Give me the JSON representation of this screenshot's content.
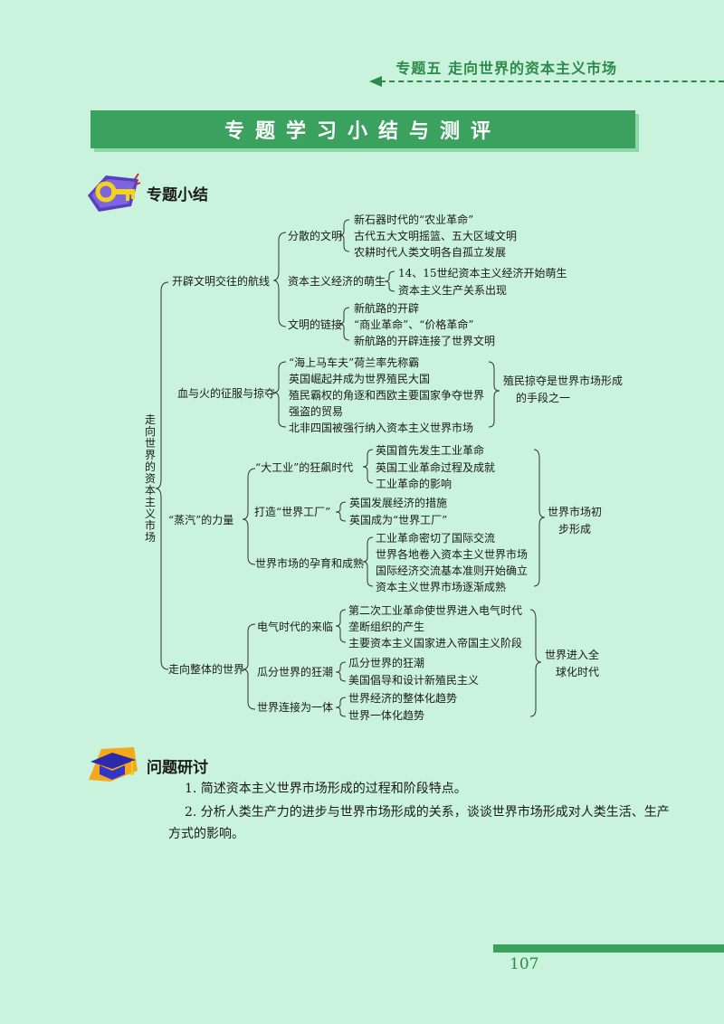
{
  "header": {
    "chapter_title": "专题五  走向世界的资本主义市场",
    "banner": "专题学习小结与测评"
  },
  "summary": {
    "heading": "专题小结",
    "icon": "key-icon",
    "root": "走向世界的资本主义市场",
    "branches": [
      {
        "label": "开辟文明交往的航线",
        "groups": [
          {
            "label": "分散的文明",
            "items": [
              "新石器时代的“农业革命”",
              "古代五大文明摇篮、五大区域文明",
              "农耕时代人类文明各自孤立发展"
            ]
          },
          {
            "label": "资本主义经济的萌生",
            "items": [
              "14、15世纪资本主义经济开始萌生",
              "资本主义生产关系出现"
            ]
          },
          {
            "label": "文明的链接",
            "items": [
              "新航路的开辟",
              "“商业革命”、“价格革命”",
              "新航路的开辟连接了世界文明"
            ]
          }
        ]
      },
      {
        "label": "血与火的征服与掠夺",
        "items": [
          "“海上马车夫”荷兰率先称霸",
          "英国崛起并成为世界殖民大国",
          "殖民霸权的角逐和西欧主要国家争夺世界",
          "强盗的贸易",
          "北非四国被强行纳入资本主义世界市场"
        ],
        "result": [
          "殖民掠夺是世界市场形成",
          "的手段之一"
        ]
      },
      {
        "label": "“蒸汽”的力量",
        "groups": [
          {
            "label": "“大工业”的狂飙时代",
            "items": [
              "英国首先发生工业革命",
              "英国工业革命过程及成就",
              "工业革命的影响"
            ]
          },
          {
            "label": "打造“世界工厂”",
            "items": [
              "英国发展经济的措施",
              "英国成为“世界工厂”"
            ]
          },
          {
            "label": "世界市场的孕育和成熟",
            "items": [
              "工业革命密切了国际交流",
              "世界各地卷入资本主义世界市场",
              "国际经济交流基本准则开始确立",
              "资本主义世界市场逐渐成熟"
            ]
          }
        ],
        "result": [
          "世界市场初",
          "步形成"
        ]
      },
      {
        "label": "走向整体的世界",
        "groups": [
          {
            "label": "电气时代的来临",
            "items": [
              "第二次工业革命使世界进入电气时代",
              "垄断组织的产生",
              "主要资本主义国家进入帝国主义阶段"
            ]
          },
          {
            "label": "瓜分世界的狂潮",
            "items": [
              "瓜分世界的狂潮",
              "美国倡导和设计新殖民主义"
            ]
          },
          {
            "label": "世界连接为一体",
            "items": [
              "世界经济的整体化趋势",
              "世界一体化趋势"
            ]
          }
        ],
        "result": [
          "世界进入全",
          "球化时代"
        ]
      }
    ]
  },
  "discussion": {
    "heading": "问题研讨",
    "icon": "graduation-cap-icon",
    "q1": "1. 简述资本主义世界市场形成的过程和阶段特点。",
    "q2_line1": "2. 分析人类生产力的进步与世界市场形成的关系，谈谈世界市场形成对人类生活、生产",
    "q2_line2": "方式的影响。"
  },
  "footer": {
    "page_number": "107"
  },
  "colors": {
    "background": "#c9f3dc",
    "accent": "#3aa25e",
    "accent_dark": "#2e8a4a"
  }
}
